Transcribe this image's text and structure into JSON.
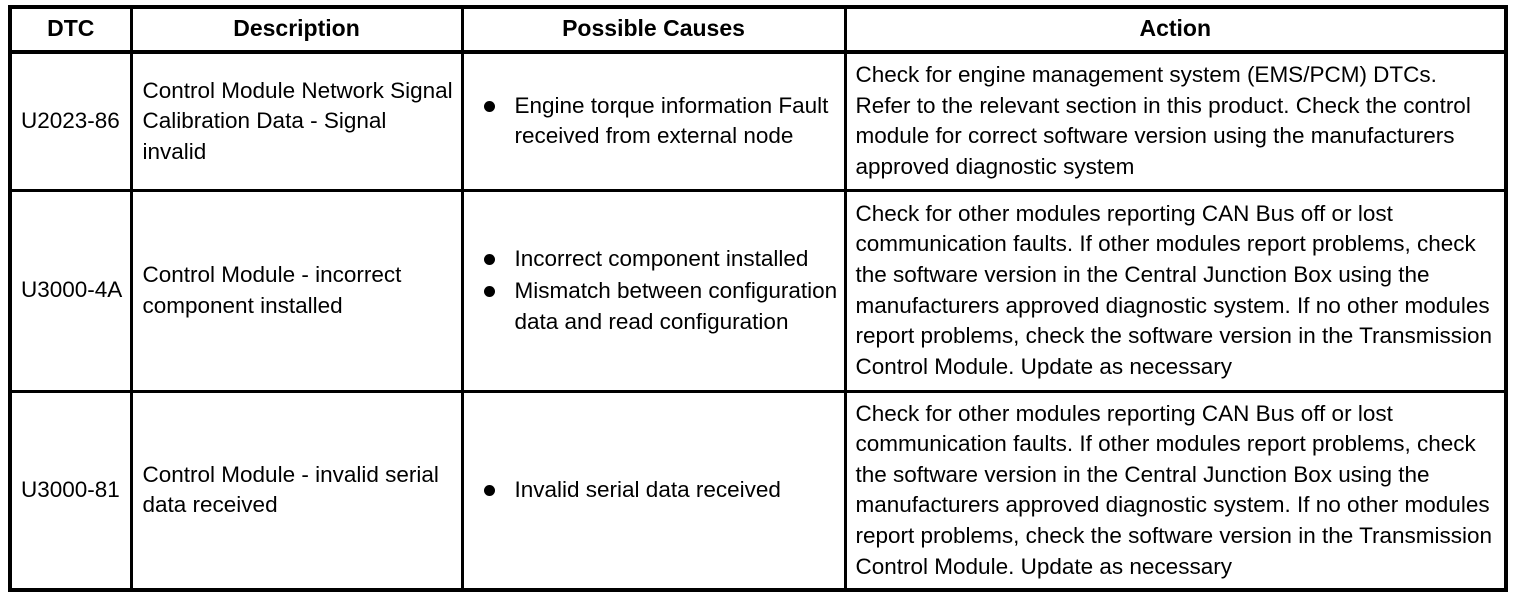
{
  "table": {
    "columns": [
      {
        "key": "dtc",
        "label": "DTC"
      },
      {
        "key": "desc",
        "label": "Description"
      },
      {
        "key": "causes",
        "label": "Possible Causes"
      },
      {
        "key": "action",
        "label": "Action"
      }
    ],
    "rows": [
      {
        "dtc": "U2023-86",
        "description": "Control Module Network Signal Calibration Data - Signal invalid",
        "possible_causes": [
          "Engine torque information Fault received from external node"
        ],
        "action": "Check for engine management system (EMS/PCM) DTCs. Refer to the relevant section in this product. Check the control module for correct software version using the manufacturers approved diagnostic system"
      },
      {
        "dtc": "U3000-4A",
        "description": "Control Module - incorrect component installed",
        "possible_causes": [
          "Incorrect component installed",
          "Mismatch between configuration data and read configuration"
        ],
        "action": "Check for other modules reporting CAN Bus off or lost communication faults. If other modules report problems, check the software version in the Central Junction Box using the manufacturers approved diagnostic system. If no other modules report problems, check the software version in the Transmission Control Module. Update as necessary"
      },
      {
        "dtc": "U3000-81",
        "description": "Control Module - invalid serial data received",
        "possible_causes": [
          "Invalid serial data received"
        ],
        "action": "Check for other modules reporting CAN Bus off or lost communication faults. If other modules report problems, check the software version in the Central Junction Box using the manufacturers approved diagnostic system. If no other modules report problems, check the software version in the Transmission Control Module. Update as necessary"
      }
    ]
  },
  "colors": {
    "border": "#000000",
    "text": "#000000",
    "background": "#ffffff"
  }
}
